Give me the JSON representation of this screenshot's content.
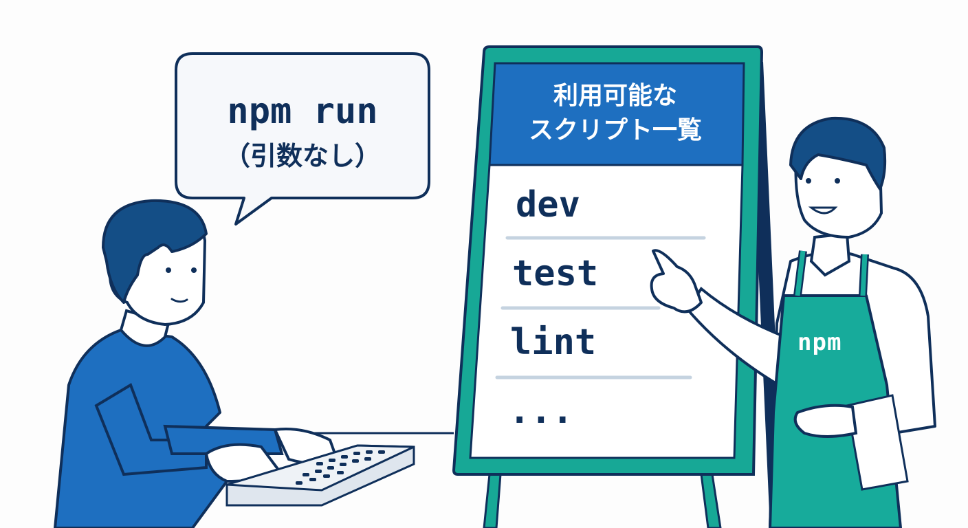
{
  "speech_bubble": {
    "command": "npm run",
    "note": "（引数なし）"
  },
  "board": {
    "title_line1": "利用可能な",
    "title_line2": "スクリプト一覧",
    "scripts": [
      "dev",
      "test",
      "lint",
      "..."
    ]
  },
  "apron": {
    "logo": "npm"
  },
  "colors": {
    "outline": "#0f2f5a",
    "board_frame": "#17a896",
    "board_header": "#1e6fc0",
    "shirt": "#1e6fc0",
    "hair": "#144e86",
    "apron": "#17ab9b",
    "divider": "#c5d3e0",
    "background": "#fdfdfd"
  }
}
